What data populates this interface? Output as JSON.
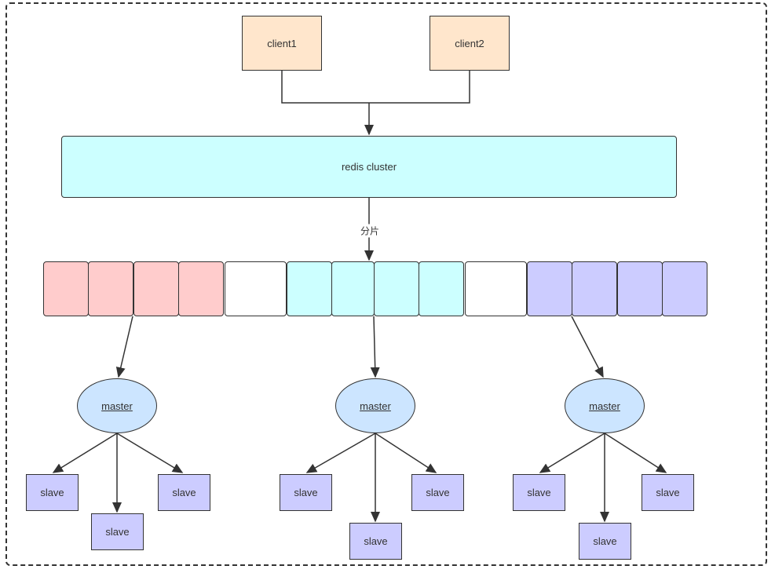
{
  "clients": [
    {
      "id": "client1",
      "label": "client1"
    },
    {
      "id": "client2",
      "label": "client2"
    }
  ],
  "cluster": {
    "label": "redis cluster"
  },
  "shard_edge_label": "分片",
  "slots": [
    {
      "color": "#ffcccc"
    },
    {
      "color": "#ffcccc"
    },
    {
      "color": "#ffcccc"
    },
    {
      "color": "#ffcccc"
    },
    {
      "color": "#ffffff"
    },
    {
      "color": "#ccffff"
    },
    {
      "color": "#ccffff"
    },
    {
      "color": "#ccffff"
    },
    {
      "color": "#ccffff"
    },
    {
      "color": "#ffffff"
    },
    {
      "color": "#ccccff"
    },
    {
      "color": "#ccccff"
    },
    {
      "color": "#ccccff"
    },
    {
      "color": "#ccccff"
    }
  ],
  "groups": [
    {
      "master": "master",
      "slaves": [
        "slave",
        "slave",
        "slave"
      ]
    },
    {
      "master": "master",
      "slaves": [
        "slave",
        "slave",
        "slave"
      ]
    },
    {
      "master": "master",
      "slaves": [
        "slave",
        "slave",
        "slave"
      ]
    }
  ]
}
